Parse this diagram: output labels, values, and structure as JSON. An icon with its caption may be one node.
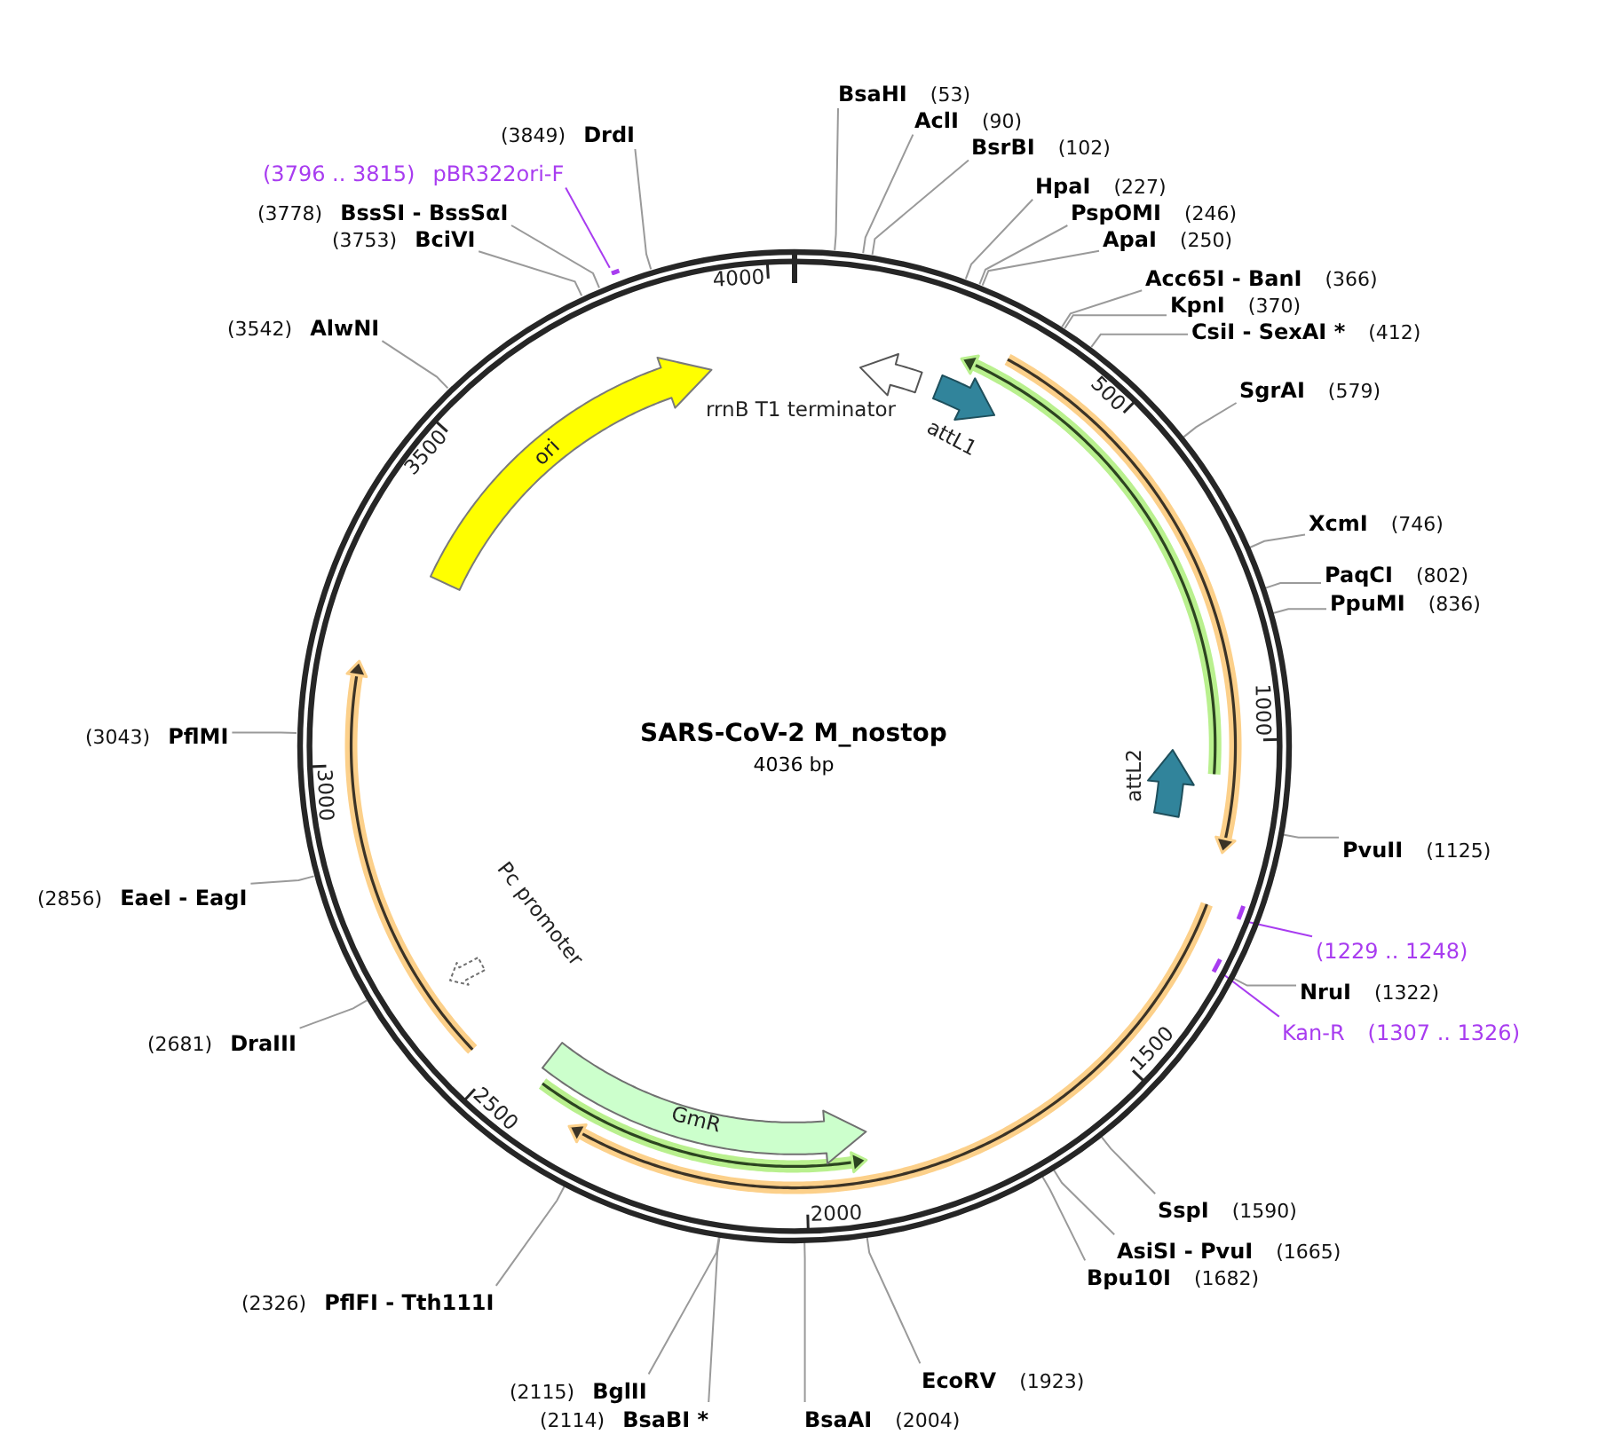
{
  "diagram": {
    "nodes": [
      {
        "text": [
          "SARS-CoV-2 M_nostop",
          "4036 bp"
        ]
      },
      {
        "text": [
          "ori"
        ],
        "in": 0
      },
      {
        "text": [
          "rrnB T1 terminator"
        ],
        "in": 0
      },
      {
        "text": [
          "attL1"
        ],
        "in": 0
      },
      {
        "text": [
          "attL2"
        ],
        "in": 0
      },
      {
        "text": [
          "GmR"
        ],
        "in": 0
      },
      {
        "text": [
          "Pc promoter"
        ],
        "in": 0
      },
      {
        "text": [],
        "shape": "bar"
      },
      {
        "text": [],
        "shape": "bar",
        "in": 0
      },
      {
        "text": [],
        "shape": "bar",
        "in": 0
      },
      {
        "text": [
          "BsaHI",
          "(53)"
        ]
      },
      {
        "text": [
          "AclI",
          "(90)"
        ]
      },
      {
        "text": [
          "BsrBI",
          "(102)"
        ]
      },
      {
        "text": [
          "HpaI",
          "(227)"
        ]
      },
      {
        "text": [
          "PspOMI",
          "(246)"
        ]
      },
      {
        "text": [
          "ApaI",
          "(250)"
        ]
      },
      {
        "text": [
          "Acc65I - BanI",
          "(366)"
        ]
      },
      {
        "text": [
          "KpnI",
          "(370)"
        ]
      },
      {
        "text": [
          "CsiI - SexAI *",
          "(412)"
        ]
      },
      {
        "text": [
          "SgrAI",
          "(579)"
        ]
      },
      {
        "text": [
          "XcmI",
          "(746)"
        ]
      },
      {
        "text": [
          "PaqCI",
          "(802)"
        ]
      },
      {
        "text": [
          "PpuMI",
          "(836)"
        ]
      },
      {
        "text": [
          "PvuII",
          "(1125)"
        ]
      },
      {
        "text": [
          "(1229 .. 1248)"
        ]
      },
      {
        "text": [
          "NruI",
          "(1322)"
        ]
      },
      {
        "text": [
          "Kan-R",
          "(1307 .. 1326)"
        ]
      },
      {
        "text": [
          "SspI",
          "(1590)"
        ]
      },
      {
        "text": [
          "AsiSI - PvuI",
          "(1665)"
        ]
      },
      {
        "text": [
          "Bpu10I",
          "(1682)"
        ]
      },
      {
        "text": [
          "EcoRV",
          "(1923)"
        ]
      },
      {
        "text": [
          "BsaAI",
          "(2004)"
        ]
      },
      {
        "text": [
          "(2114)",
          "BsaBI *"
        ]
      },
      {
        "text": [
          "(2115)",
          "BglII"
        ]
      },
      {
        "text": [
          "(2326)",
          "PflFI - Tth111I"
        ]
      },
      {
        "text": [
          "(2681)",
          "DraIII"
        ]
      },
      {
        "text": [
          "(2856)",
          "EaeI - EagI"
        ]
      },
      {
        "text": [
          "(3043)",
          "PflMI"
        ]
      },
      {
        "text": [
          "(3542)",
          "AlwNI"
        ]
      },
      {
        "text": [
          "(3753)",
          "BciVI"
        ]
      },
      {
        "text": [
          "(3778)",
          "BssSI - BssSαI"
        ]
      },
      {
        "text": [
          "(3796 .. 3815)",
          "pBR322ori-F"
        ]
      },
      {
        "text": [
          "(3849)",
          "DrdI"
        ]
      }
    ],
    "edges": [
      {
        "from": 10,
        "to": 0,
        "arrow": "none"
      },
      {
        "from": 11,
        "to": 0,
        "arrow": "none"
      },
      {
        "from": 12,
        "to": 0,
        "arrow": "none"
      },
      {
        "from": 13,
        "to": 0,
        "arrow": "none"
      },
      {
        "from": 14,
        "to": 0,
        "arrow": "none"
      },
      {
        "from": 15,
        "to": 0,
        "arrow": "none"
      },
      {
        "from": 16,
        "to": 0,
        "arrow": "none"
      },
      {
        "from": 17,
        "to": 0,
        "arrow": "none"
      },
      {
        "from": 18,
        "to": 0,
        "arrow": "none"
      },
      {
        "from": 19,
        "to": 0,
        "arrow": "none"
      },
      {
        "from": 20,
        "to": 0,
        "arrow": "none"
      },
      {
        "from": 21,
        "to": 0,
        "arrow": "none"
      },
      {
        "from": 22,
        "to": 0,
        "arrow": "none"
      },
      {
        "from": 23,
        "to": 0,
        "arrow": "none"
      },
      {
        "from": 24,
        "to": 8,
        "arrow": "none",
        "color": "#a83cf0"
      },
      {
        "from": 25,
        "to": 0,
        "arrow": "none"
      },
      {
        "from": 26,
        "to": 9,
        "arrow": "none",
        "color": "#a83cf0"
      },
      {
        "from": 27,
        "to": 0,
        "arrow": "none"
      },
      {
        "from": 28,
        "to": 0,
        "arrow": "none"
      },
      {
        "from": 29,
        "to": 0,
        "arrow": "none"
      },
      {
        "from": 30,
        "to": 0,
        "arrow": "none"
      },
      {
        "from": 31,
        "to": 0,
        "arrow": "none"
      },
      {
        "from": 32,
        "to": 0,
        "arrow": "none"
      },
      {
        "from": 33,
        "to": 0,
        "arrow": "none"
      },
      {
        "from": 34,
        "to": 0,
        "arrow": "none"
      },
      {
        "from": 35,
        "to": 0,
        "arrow": "none"
      },
      {
        "from": 36,
        "to": 0,
        "arrow": "none"
      },
      {
        "from": 37,
        "to": 0,
        "arrow": "none"
      },
      {
        "from": 38,
        "to": 0,
        "arrow": "none"
      },
      {
        "from": 39,
        "to": 0,
        "arrow": "none"
      },
      {
        "from": 40,
        "to": 0,
        "arrow": "none"
      },
      {
        "from": 41,
        "to": 7,
        "arrow": "none",
        "color": "#a83cf0"
      },
      {
        "from": 42,
        "to": 0,
        "arrow": "none"
      }
    ],
    "labels": [
      "500",
      "1000",
      "1500",
      "2000",
      "2500",
      "3000",
      "3500",
      "4000"
    ]
  }
}
